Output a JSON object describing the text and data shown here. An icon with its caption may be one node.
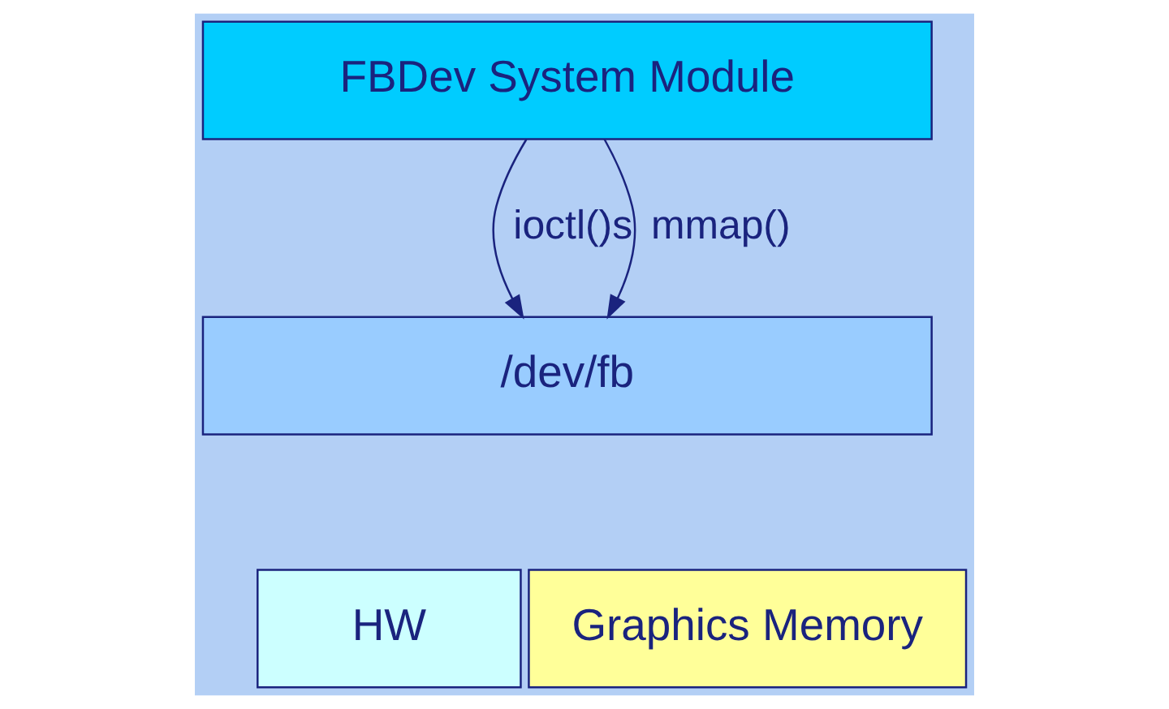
{
  "diagram": {
    "nodes": [
      {
        "text": [
          "FBDev System Module"
        ]
      },
      {
        "text": [
          "/dev/fb"
        ]
      },
      {
        "text": [
          "HW"
        ]
      },
      {
        "text": [
          "Graphics Memory"
        ]
      }
    ],
    "edges": [
      {
        "from": 0,
        "to": 1,
        "arrow": "to",
        "label": "ioctl()s"
      },
      {
        "from": 0,
        "to": 1,
        "arrow": "to",
        "label": "mmap()"
      }
    ]
  }
}
